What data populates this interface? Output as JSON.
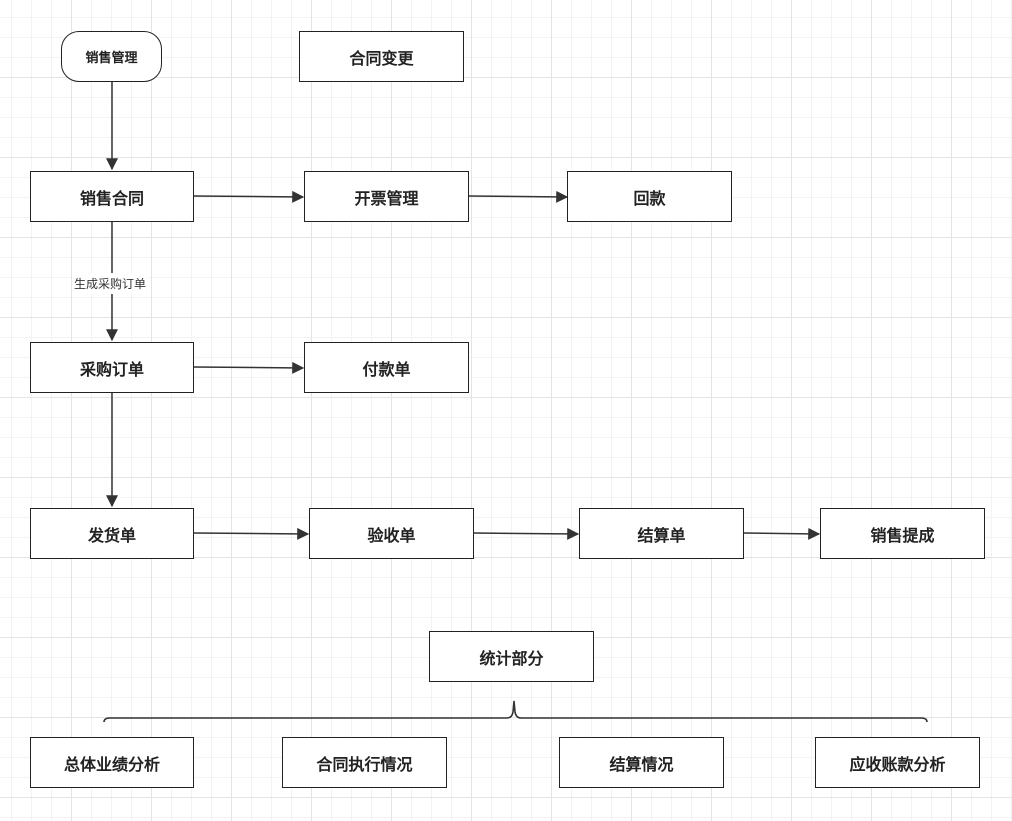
{
  "nodes": {
    "sales_mgmt": "销售管理",
    "contract_change": "合同变更",
    "sales_contract": "销售合同",
    "invoice_mgmt": "开票管理",
    "payment_collection": "回款",
    "purchase_order": "采购订单",
    "payment_voucher": "付款单",
    "delivery_note": "发货单",
    "acceptance_note": "验收单",
    "settlement_note": "结算单",
    "sales_commission": "销售提成",
    "statistics": "统计部分",
    "overall_performance": "总体业绩分析",
    "contract_execution": "合同执行情况",
    "settlement_status": "结算情况",
    "receivables_analysis": "应收账款分析"
  },
  "edge_labels": {
    "generate_po": "生成采购订单"
  }
}
